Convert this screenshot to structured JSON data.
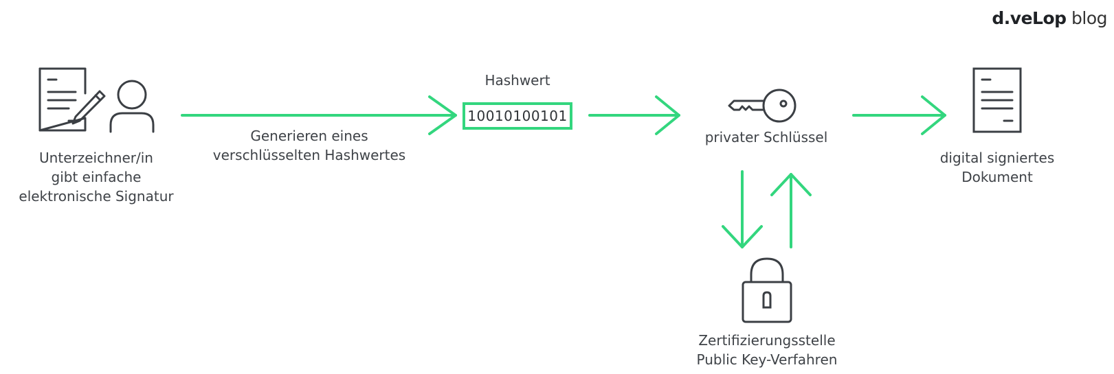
{
  "logo": {
    "brand": "d.veLop",
    "suffix": "blog"
  },
  "signer": {
    "label": [
      "Unterzeichner/in",
      "gibt einfache",
      "elektronische Signatur"
    ]
  },
  "step1": {
    "label": [
      "Generieren eines",
      "verschlüsselten Hashwertes"
    ]
  },
  "hash": {
    "title": "Hashwert",
    "value": "10010100101"
  },
  "private_key": {
    "label": "privater Schlüssel"
  },
  "signed_document": {
    "label": [
      "digital signiertes",
      "Dokument"
    ]
  },
  "certificate_authority": {
    "label": [
      "Zertifizierungsstelle",
      "Public Key-Verfahren"
    ]
  },
  "colors": {
    "accent": "#33d67e",
    "icon_stroke": "#3b3f44"
  },
  "icons": [
    "document-pen-icon",
    "person-icon",
    "key-icon",
    "document-icon",
    "padlock-icon"
  ]
}
